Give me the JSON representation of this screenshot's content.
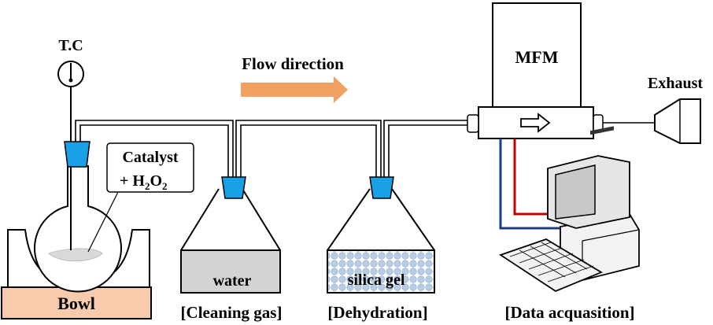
{
  "labels": {
    "thermocouple": "T.C",
    "flow_direction": "Flow direction",
    "mass_flow_meter": "MFM",
    "exhaust": "Exhaust",
    "catalyst_line1": "Catalyst",
    "catalyst_plus": "+ H",
    "catalyst_sub2a": "2",
    "catalyst_O": "O",
    "catalyst_sub2b": "2",
    "bowl": "Bowl",
    "water": "water",
    "silica_gel": "silica gel",
    "cleaning_gas": "[Cleaning gas]",
    "dehydration": "[Dehydration]",
    "data_acquisition": "[Data acquasition]"
  },
  "colors": {
    "stopper": "#1aa0e6",
    "flow_arrow": "#f0a060",
    "bowl_fill": "#f8cbad",
    "water_fill": "#d3d3d3",
    "silica_fill": "#b8cce4",
    "cable_red": "#c00000",
    "cable_blue": "#1f3f7f",
    "screen_fill": "#c8c8c8"
  },
  "icons": {
    "thermocouple": "dial-gauge-icon",
    "flow": "right-arrow-icon",
    "exhaust": "funnel-icon",
    "computer": "desktop-computer-icon",
    "keyboard": "keyboard-icon"
  }
}
